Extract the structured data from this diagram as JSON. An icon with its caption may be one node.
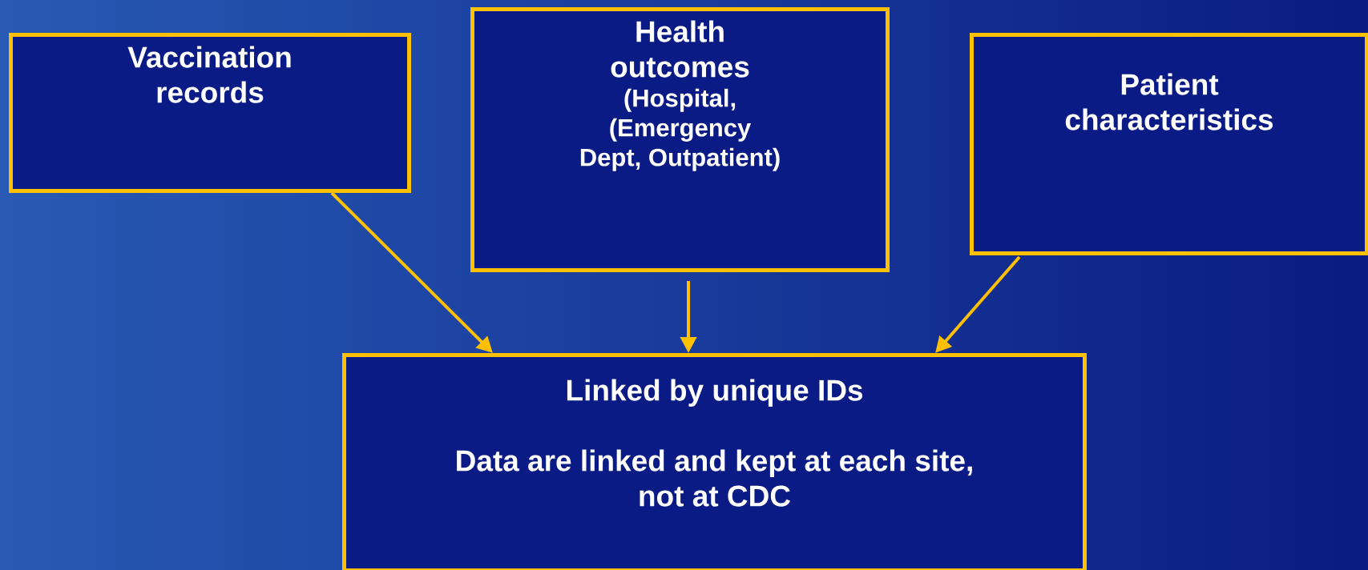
{
  "diagram": {
    "nodes": [
      {
        "text": [
          "Vaccination records"
        ]
      },
      {
        "text": [
          "Health outcomes",
          "(Hospital, (Emergency Dept, Outpatient)"
        ]
      },
      {
        "text": [
          "Patient characteristics"
        ]
      },
      {
        "text": [
          "Linked by unique IDs",
          "Data are linked and kept at each site, not at CDC"
        ]
      }
    ],
    "edges": [
      {
        "from": 0,
        "to": 3,
        "arrow": "to"
      },
      {
        "from": 1,
        "to": 3,
        "arrow": "to"
      },
      {
        "from": 2,
        "to": 3,
        "arrow": "to"
      }
    ]
  }
}
